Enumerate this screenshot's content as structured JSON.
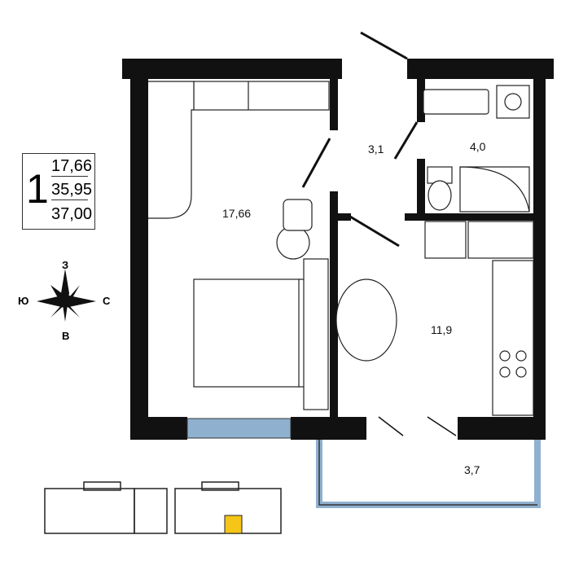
{
  "summary": {
    "rooms": "1",
    "living_area": "17,66",
    "total_area": "35,95",
    "total_area_with_balcony": "37,00"
  },
  "room_areas": {
    "bedroom": "17,66",
    "hall": "3,1",
    "bathroom": "4,0",
    "kitchen": "11,9",
    "balcony": "3,7"
  },
  "compass": {
    "top": "З",
    "left": "Ю",
    "right": "С",
    "bottom": "В"
  },
  "colors": {
    "wall": "#111111",
    "window": "#8fb0cf",
    "highlight": "#f5c518"
  }
}
